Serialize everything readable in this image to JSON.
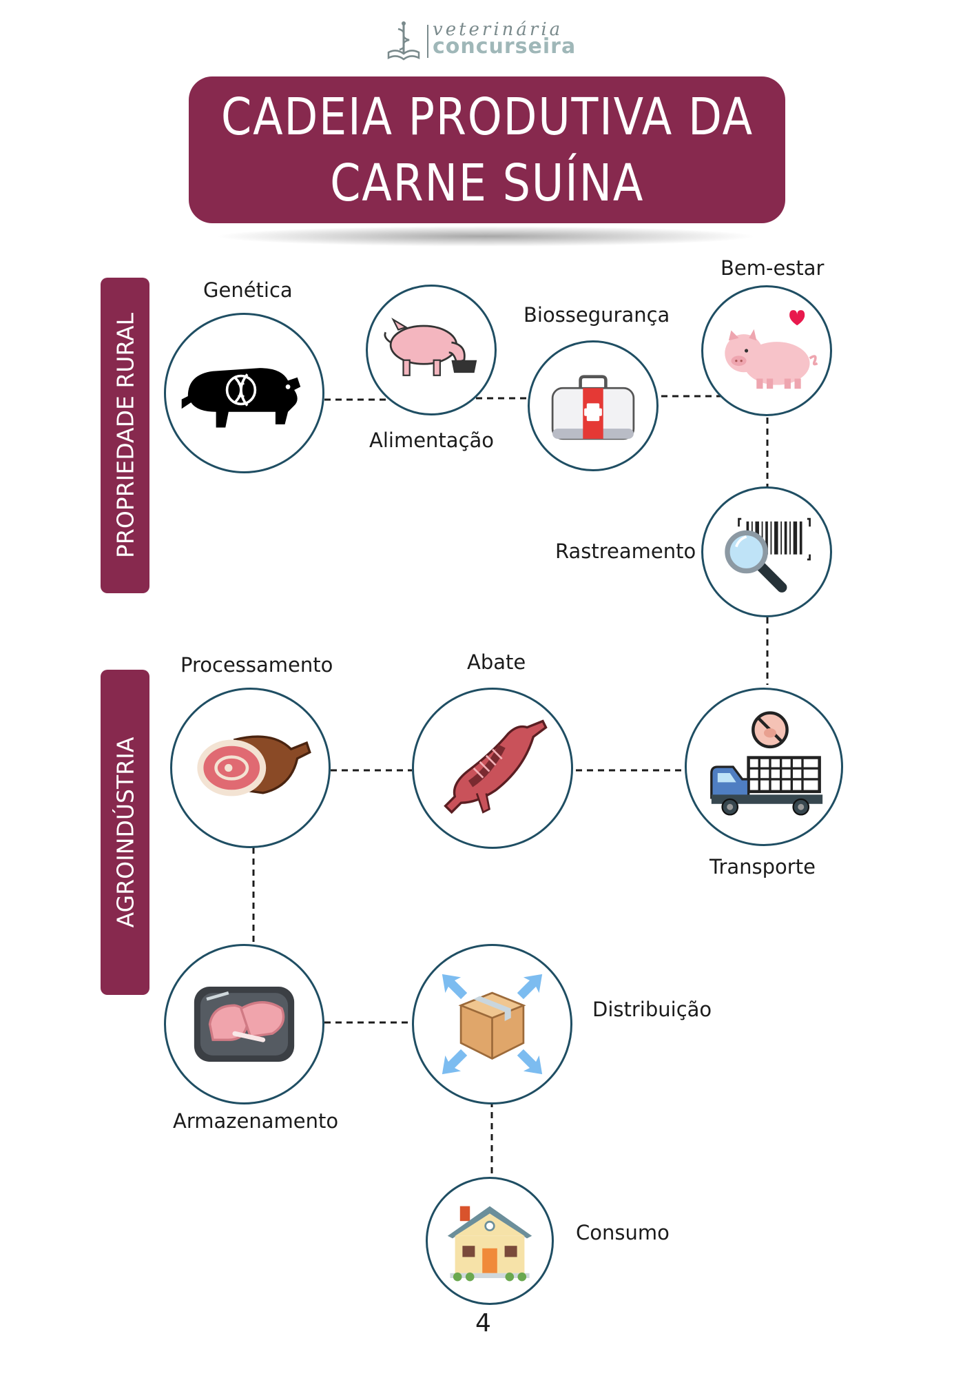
{
  "brand": {
    "top": "veterinária",
    "bottom": "concurseira"
  },
  "title": {
    "line1": "CADEIA PRODUTIVA DA",
    "line2": "CARNE SUÍNA"
  },
  "sections": {
    "rural": "PROPRIEDADE RURAL",
    "agro": "AGROINDÚSTRIA"
  },
  "steps": {
    "genetica": "Genética",
    "alimentacao": "Alimentação",
    "biosseguranca": "Biossegurança",
    "bem_estar": "Bem-estar",
    "rastreamento": "Rastreamento",
    "transporte": "Transporte",
    "abate": "Abate",
    "processamento": "Processamento",
    "armazenamento": "Armazenamento",
    "distribuicao": "Distribuição",
    "consumo": "Consumo"
  },
  "icons": {
    "genetica": "pig-dna-icon",
    "alimentacao": "pig-eating-icon",
    "biosseguranca": "first-aid-kit-icon",
    "bem_estar": "happy-pig-icon",
    "rastreamento": "barcode-magnifier-icon",
    "transporte": "livestock-truck-icon",
    "abate": "pig-carcass-icon",
    "processamento": "ham-icon",
    "armazenamento": "packaged-meat-icon",
    "distribuicao": "box-distribution-icon",
    "consumo": "house-icon"
  },
  "colors": {
    "accent": "#87294e",
    "node_border": "#1f4e63"
  },
  "page_number": "4"
}
